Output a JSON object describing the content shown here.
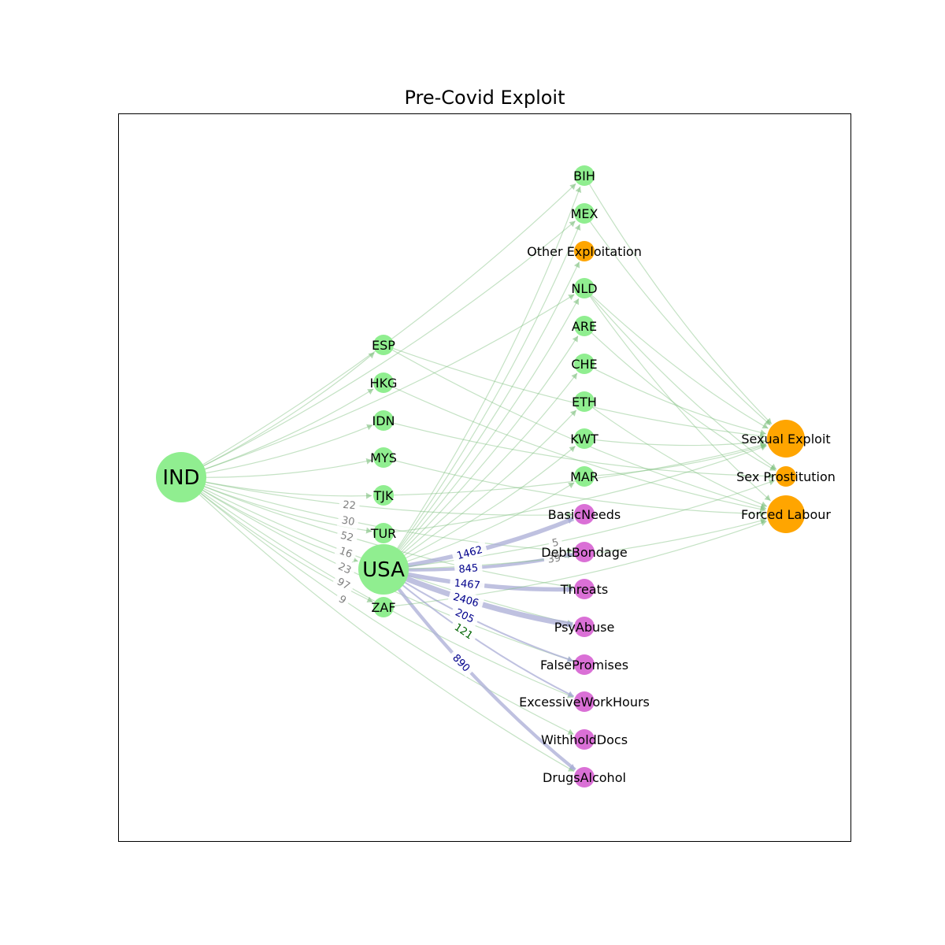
{
  "title": "Pre-Covid Exploit",
  "colors": {
    "country": "#90ee90",
    "exploit_type": "#ffa500",
    "control_method": "#da70d6",
    "edge_country": "#7dbf7d",
    "edge_control": "#a9acd6",
    "label_strong": "#00008b",
    "label_weak": "#7f7f7f",
    "label_mid": "#006400"
  },
  "nodes": [
    {
      "id": "IND",
      "label": "IND",
      "group": "country",
      "size": "large"
    },
    {
      "id": "USA",
      "label": "USA",
      "group": "country",
      "size": "large"
    },
    {
      "id": "ESP",
      "label": "ESP",
      "group": "country",
      "size": "small"
    },
    {
      "id": "HKG",
      "label": "HKG",
      "group": "country",
      "size": "small"
    },
    {
      "id": "IDN",
      "label": "IDN",
      "group": "country",
      "size": "small"
    },
    {
      "id": "MYS",
      "label": "MYS",
      "group": "country",
      "size": "small"
    },
    {
      "id": "TJK",
      "label": "TJK",
      "group": "country",
      "size": "small"
    },
    {
      "id": "TUR",
      "label": "TUR",
      "group": "country",
      "size": "small"
    },
    {
      "id": "ZAF",
      "label": "ZAF",
      "group": "country",
      "size": "small"
    },
    {
      "id": "BIH",
      "label": "BIH",
      "group": "country",
      "size": "small"
    },
    {
      "id": "MEX",
      "label": "MEX",
      "group": "country",
      "size": "small"
    },
    {
      "id": "OtherExploitation",
      "label": "Other Exploitation",
      "group": "exploit_type",
      "size": "small"
    },
    {
      "id": "NLD",
      "label": "NLD",
      "group": "country",
      "size": "small"
    },
    {
      "id": "ARE",
      "label": "ARE",
      "group": "country",
      "size": "small"
    },
    {
      "id": "CHE",
      "label": "CHE",
      "group": "country",
      "size": "small"
    },
    {
      "id": "ETH",
      "label": "ETH",
      "group": "country",
      "size": "small"
    },
    {
      "id": "KWT",
      "label": "KWT",
      "group": "country",
      "size": "small"
    },
    {
      "id": "MAR",
      "label": "MAR",
      "group": "country",
      "size": "small"
    },
    {
      "id": "BasicNeeds",
      "label": "BasicNeeds",
      "group": "control_method",
      "size": "small"
    },
    {
      "id": "DebtBondage",
      "label": "DebtBondage",
      "group": "control_method",
      "size": "small"
    },
    {
      "id": "Threats",
      "label": "Threats",
      "group": "control_method",
      "size": "small"
    },
    {
      "id": "PsyAbuse",
      "label": "PsyAbuse",
      "group": "control_method",
      "size": "small"
    },
    {
      "id": "FalsePromises",
      "label": "FalsePromises",
      "group": "control_method",
      "size": "small"
    },
    {
      "id": "ExcessiveWorkHours",
      "label": "ExcessiveWorkHours",
      "group": "control_method",
      "size": "small"
    },
    {
      "id": "WithholdDocs",
      "label": "WithholdDocs",
      "group": "control_method",
      "size": "small"
    },
    {
      "id": "DrugsAlcohol",
      "label": "DrugsAlcohol",
      "group": "control_method",
      "size": "small"
    },
    {
      "id": "SexualExploit",
      "label": "Sexual Exploit",
      "group": "exploit_type",
      "size": "medium"
    },
    {
      "id": "SexProstitution",
      "label": "Sex Prostitution",
      "group": "exploit_type",
      "size": "small"
    },
    {
      "id": "ForcedLabour",
      "label": "Forced Labour",
      "group": "exploit_type",
      "size": "medium"
    }
  ],
  "edges": [
    {
      "from": "IND",
      "to": "ESP"
    },
    {
      "from": "IND",
      "to": "HKG"
    },
    {
      "from": "IND",
      "to": "IDN"
    },
    {
      "from": "IND",
      "to": "MYS"
    },
    {
      "from": "IND",
      "to": "TJK"
    },
    {
      "from": "IND",
      "to": "TUR"
    },
    {
      "from": "IND",
      "to": "ZAF"
    },
    {
      "from": "IND",
      "to": "USA"
    },
    {
      "from": "IND",
      "to": "BIH"
    },
    {
      "from": "IND",
      "to": "NLD"
    },
    {
      "from": "IND",
      "to": "MEX"
    },
    {
      "from": "IND",
      "to": "BasicNeeds",
      "label": "22"
    },
    {
      "from": "IND",
      "to": "DebtBondage",
      "label": "30"
    },
    {
      "from": "IND",
      "to": "Threats",
      "label": "52"
    },
    {
      "from": "IND",
      "to": "PsyAbuse",
      "label": "16"
    },
    {
      "from": "IND",
      "to": "FalsePromises",
      "label": "23"
    },
    {
      "from": "IND",
      "to": "ExcessiveWorkHours",
      "label": "97"
    },
    {
      "from": "IND",
      "to": "WithholdDocs",
      "label": "9"
    },
    {
      "from": "IND",
      "to": "DrugsAlcohol"
    },
    {
      "from": "USA",
      "to": "BIH"
    },
    {
      "from": "USA",
      "to": "MEX"
    },
    {
      "from": "USA",
      "to": "OtherExploitation"
    },
    {
      "from": "USA",
      "to": "NLD"
    },
    {
      "from": "USA",
      "to": "ARE"
    },
    {
      "from": "USA",
      "to": "CHE"
    },
    {
      "from": "USA",
      "to": "ETH"
    },
    {
      "from": "USA",
      "to": "KWT"
    },
    {
      "from": "USA",
      "to": "MAR"
    },
    {
      "from": "USA",
      "to": "BasicNeeds",
      "label": "1462",
      "weight": 1462
    },
    {
      "from": "USA",
      "to": "DebtBondage",
      "label": "845",
      "weight": 845
    },
    {
      "from": "USA",
      "to": "Threats",
      "label": "1467",
      "weight": 1467
    },
    {
      "from": "USA",
      "to": "PsyAbuse",
      "label": "2406",
      "weight": 2406
    },
    {
      "from": "USA",
      "to": "FalsePromises",
      "label": "205",
      "weight": 205
    },
    {
      "from": "USA",
      "to": "ExcessiveWorkHours",
      "label": "121",
      "weight": 121
    },
    {
      "from": "USA",
      "to": "DrugsAlcohol",
      "label": "890",
      "weight": 890
    },
    {
      "from": "USA",
      "to": "SexProstitution",
      "label": "5"
    },
    {
      "from": "USA",
      "to": "ForcedLabour",
      "label": "39"
    },
    {
      "from": "ESP",
      "to": "SexualExploit"
    },
    {
      "from": "ESP",
      "to": "ForcedLabour"
    },
    {
      "from": "HKG",
      "to": "ForcedLabour"
    },
    {
      "from": "IDN",
      "to": "SexProstitution"
    },
    {
      "from": "MYS",
      "to": "ForcedLabour"
    },
    {
      "from": "TJK",
      "to": "SexualExploit"
    },
    {
      "from": "TUR",
      "to": "SexualExploit"
    },
    {
      "from": "ZAF",
      "to": "ForcedLabour"
    },
    {
      "from": "BIH",
      "to": "SexualExploit"
    },
    {
      "from": "MEX",
      "to": "SexualExploit"
    },
    {
      "from": "NLD",
      "to": "SexualExploit"
    },
    {
      "from": "NLD",
      "to": "SexProstitution"
    },
    {
      "from": "NLD",
      "to": "ForcedLabour"
    },
    {
      "from": "ARE",
      "to": "SexProstitution"
    },
    {
      "from": "CHE",
      "to": "SexualExploit"
    },
    {
      "from": "ETH",
      "to": "ForcedLabour"
    },
    {
      "from": "KWT",
      "to": "SexualExploit"
    },
    {
      "from": "MAR",
      "to": "SexualExploit"
    }
  ]
}
